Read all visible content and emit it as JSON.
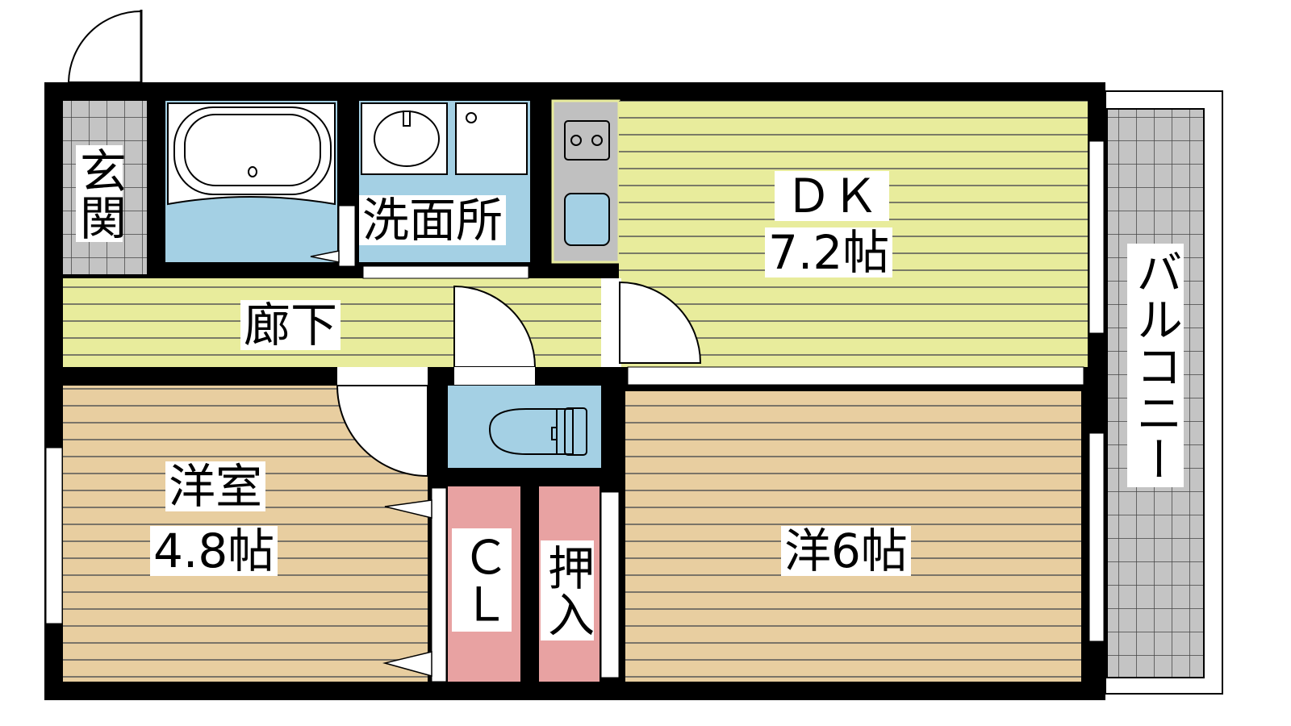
{
  "rooms": {
    "genkan": "玄関",
    "senmenjo": "洗面所",
    "rouka": "廊下",
    "dk": {
      "name": "ＤＫ",
      "size": "7.2帖"
    },
    "youshitsu": {
      "name": "洋室",
      "size": "4.8帖"
    },
    "you6": "洋6帖",
    "closet": "ＣＬ",
    "oshiire": "押入",
    "balcony": "バルコニー"
  },
  "colors": {
    "wall": "#000000",
    "floor_yellow": "#e8ec9c",
    "floor_tan": "#e8cea0",
    "wet_blue": "#a4d0e4",
    "storage_pink": "#e8a2a2",
    "tile_gray": "#c4c4c4"
  }
}
